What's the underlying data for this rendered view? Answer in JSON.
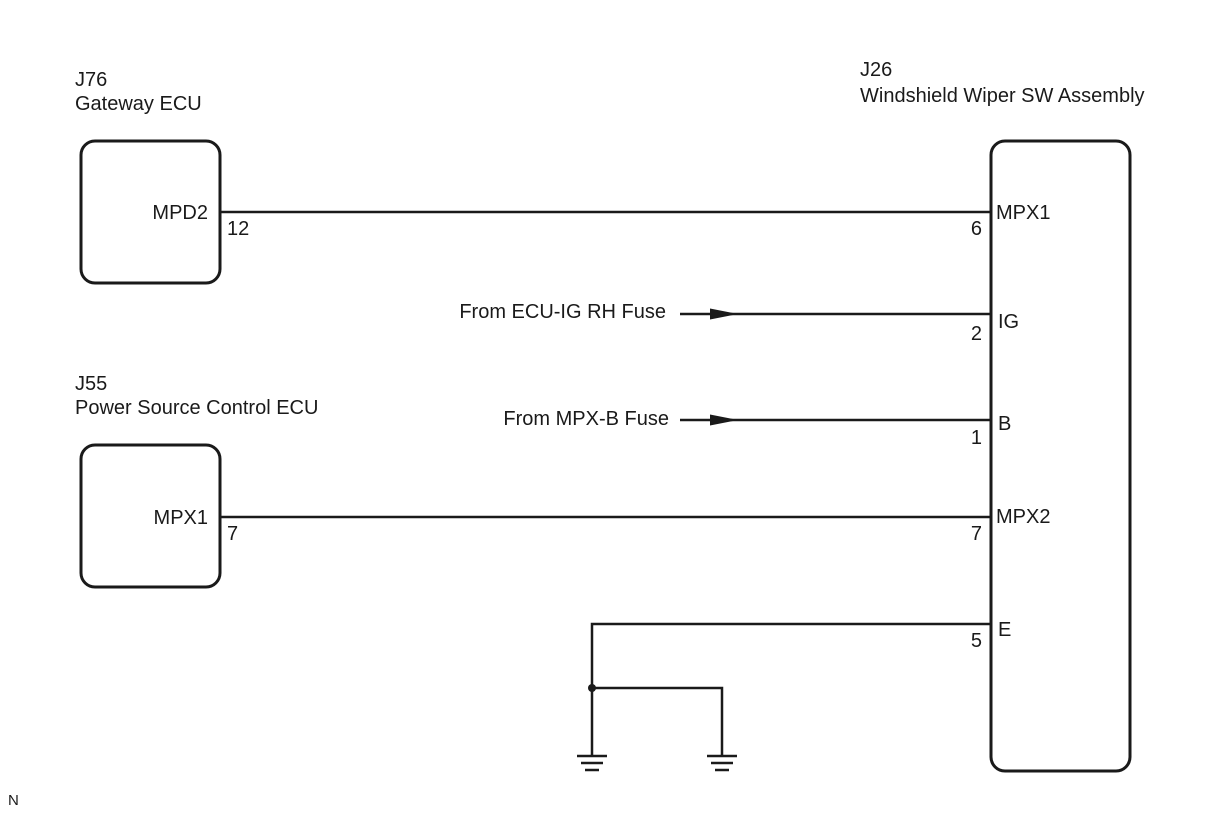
{
  "components": {
    "gateway": {
      "id": "J76",
      "name": "Gateway ECU",
      "terminal_label": "MPD2",
      "pin": "12"
    },
    "power_source": {
      "id": "J55",
      "name": "Power Source Control ECU",
      "terminal_label": "MPX1",
      "pin": "7"
    },
    "wiper_sw": {
      "id": "J26",
      "name": "Windshield Wiper SW Assembly"
    }
  },
  "wiper_terminals": [
    {
      "label": "MPX1",
      "pin": "6"
    },
    {
      "label": "IG",
      "pin": "2"
    },
    {
      "label": "B",
      "pin": "1"
    },
    {
      "label": "MPX2",
      "pin": "7"
    },
    {
      "label": "E",
      "pin": "5"
    }
  ],
  "sources": {
    "ig": "From ECU-IG RH Fuse",
    "b": "From MPX-B Fuse"
  },
  "footer": {
    "code": "N"
  }
}
